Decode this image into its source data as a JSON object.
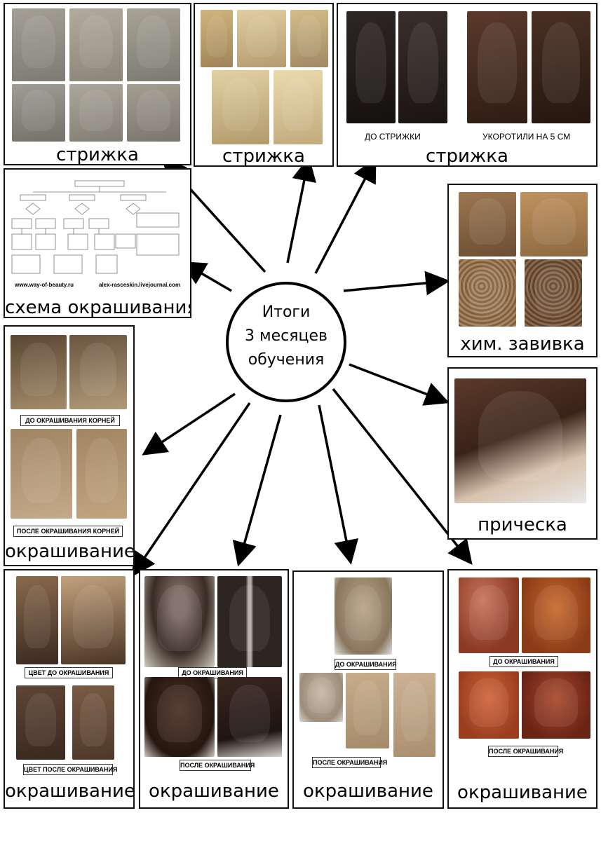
{
  "center": {
    "line1": "Итоги",
    "line2": "3 месяцев",
    "line3": "обучения"
  },
  "panels": {
    "haircut1": {
      "caption": "стрижка"
    },
    "haircut2": {
      "caption": "стрижка"
    },
    "haircut3": {
      "caption": "стрижка",
      "before_label": "ДО СТРИЖКИ",
      "after_label": "УКОРОТИЛИ НА 5 СМ"
    },
    "scheme": {
      "caption": "схема окрашивания",
      "site1": "www.way-of-beauty.ru",
      "site2": "alex-rasceskin.livejournal.com"
    },
    "perm": {
      "caption": "хим. завивка"
    },
    "hairstyle": {
      "caption": "прическа"
    },
    "roots": {
      "caption": "окрашивание",
      "before_label": "ДО ОКРАШИВАНИЯ КОРНЕЙ",
      "after_label": "ПОСЛЕ ОКРАШИВАНИЯ КОРНЕЙ"
    },
    "color1": {
      "caption": "окрашивание",
      "before_label": "ЦВЕТ ДО ОКРАШИВАНИЯ",
      "after_label": "ЦВЕТ ПОСЛЕ ОКРАШИВАНИЯ"
    },
    "color2": {
      "caption": "окрашивание",
      "before_label": "ДО ОКРАШИВАНИЯ",
      "after_label": "ПОСЛЕ ОКРАШИВАНИЯ"
    },
    "color3": {
      "caption": "окрашивание",
      "before_label": "ДО ОКРАШИВАНИЯ",
      "after_label": "ПОСЛЕ ОКРАШИВАНИЯ"
    },
    "color4": {
      "caption": "окрашивание",
      "before_label": "ДО ОКРАШИВАНИЯ",
      "after_label": "ПОСЛЕ ОКРАШИВАНИЯ"
    }
  },
  "colors": {
    "ash": "#9b9890",
    "blonde": "#d8c08a",
    "dark": "#2a211d",
    "brown": "#6b4330",
    "copper": "#b3502a",
    "chestnut": "#4a2a1c"
  }
}
